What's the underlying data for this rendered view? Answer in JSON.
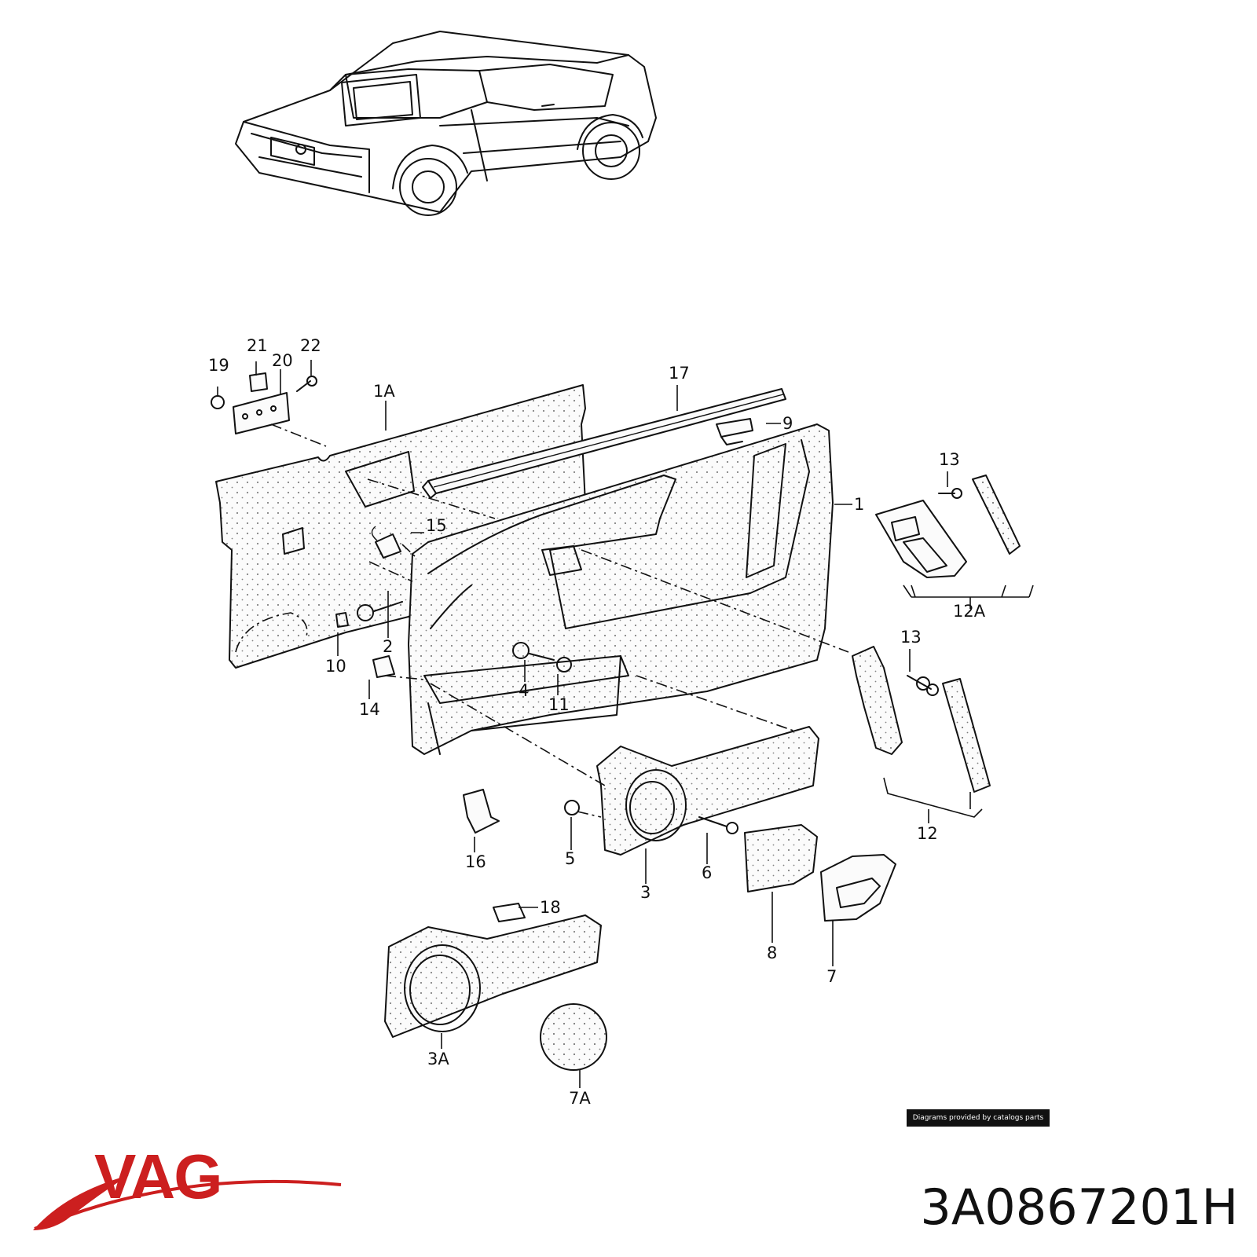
{
  "brand": {
    "name": "VAG",
    "color": "#cc1f1f"
  },
  "part_number": "3A0867201H",
  "credit": "Diagrams provided by catalogs parts",
  "callouts": {
    "c1": "1",
    "c1A": "1A",
    "c2": "2",
    "c3": "3",
    "c3A": "3A",
    "c4": "4",
    "c5": "5",
    "c6": "6",
    "c7": "7",
    "c7A": "7A",
    "c8": "8",
    "c9": "9",
    "c10": "10",
    "c11": "11",
    "c12": "12",
    "c12A": "12A",
    "c13a": "13",
    "c13b": "13",
    "c14": "14",
    "c15": "15",
    "c16": "16",
    "c17": "17",
    "c18": "18",
    "c19": "19",
    "c20": "20",
    "c21": "21",
    "c22": "22"
  }
}
